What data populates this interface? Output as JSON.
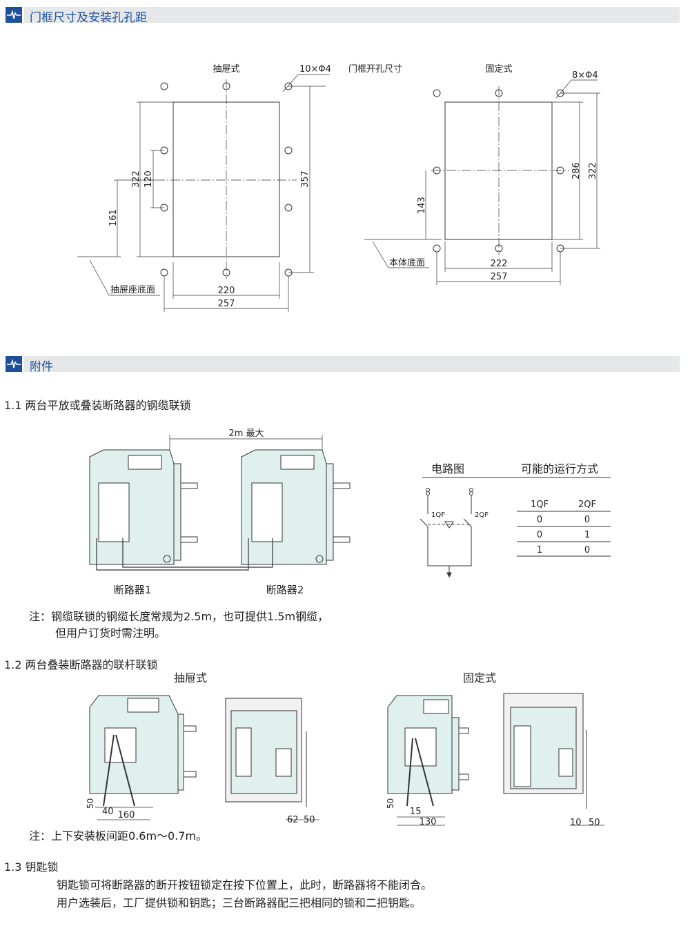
{
  "section1": {
    "title": "门框尺寸及安装孔孔距"
  },
  "frame": {
    "drawer_label": "抽屉式",
    "drawer_holes": "10×Φ4",
    "door_cutout": "门框开孔尺寸",
    "drawer_dims": {
      "h322": "322",
      "h120": "120",
      "h161": "161",
      "h357": "357",
      "w220": "220",
      "w257": "257"
    },
    "drawer_base": "抽屉座底面",
    "fixed_label": "固定式",
    "fixed_holes": "8×Φ4",
    "fixed_dims": {
      "h286": "286",
      "h322": "322",
      "h143": "143",
      "w222": "222",
      "w257": "257"
    },
    "fixed_base": "本体底面"
  },
  "section2": {
    "title": "附件"
  },
  "s11": {
    "heading": "1.1  两台平放或叠装断路器的钢缆联锁",
    "distance": "2m 最大",
    "breaker1": "断路器1",
    "breaker2": "断路器2",
    "circuit_title": "电路图",
    "modes_title": "可能的运行方式",
    "qf1": "1QF",
    "qf2": "2QF",
    "table": {
      "headers": [
        "1QF",
        "2QF"
      ],
      "rows": [
        [
          "0",
          "0"
        ],
        [
          "0",
          "1"
        ],
        [
          "1",
          "0"
        ]
      ]
    },
    "note1": "注：钢缆联锁的钢缆长度常规为2.5m，也可提供1.5m钢缆，",
    "note2": "但用户订货时需注明。"
  },
  "s12": {
    "heading": "1.2  两台叠装断路器的联杆联锁",
    "drawer_label": "抽屉式",
    "fixed_label": "固定式",
    "dims_left": {
      "d50": "50",
      "d40": "40",
      "d160": "160",
      "d62": "62",
      "d50b": "50"
    },
    "dims_right": {
      "d50": "50",
      "d15": "15",
      "d130": "130",
      "d10": "10",
      "d50b": "50"
    },
    "note": "注：上下安装板间距0.6m～0.7m。"
  },
  "s13": {
    "heading": "1.3  钥匙锁",
    "line1": "钥匙锁可将断路器的断开按钮锁定在按下位置上，此时，断路器将不能闭合。",
    "line2": "用户选装后，工厂提供锁和钥匙；三台断路器配三把相同的锁和二把钥匙。"
  },
  "colors": {
    "brand": "#1c4f9c",
    "bar": "#e6e7e8",
    "breaker_fill": "#dff0ee"
  }
}
